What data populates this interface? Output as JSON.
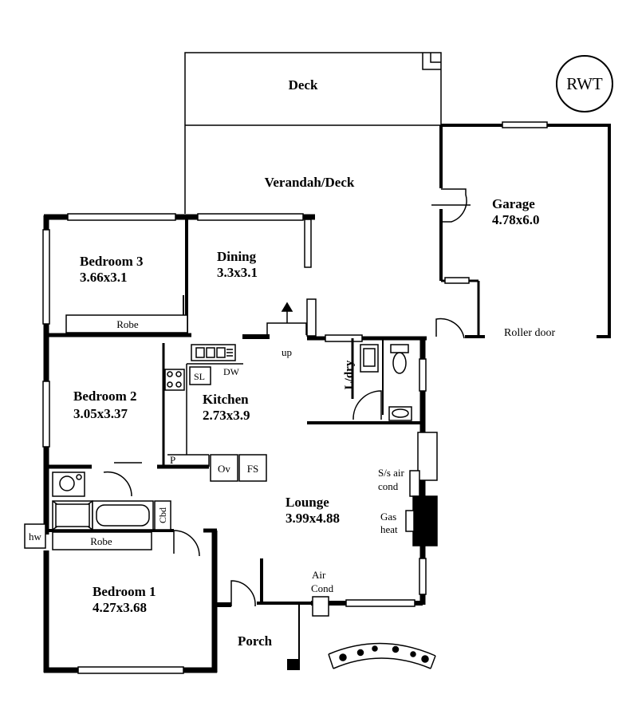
{
  "plan": {
    "logo": "RWT",
    "rooms": {
      "deck": {
        "name": "Deck"
      },
      "verandah": {
        "name": "Verandah/Deck"
      },
      "garage": {
        "name": "Garage",
        "size": "4.78x6.0"
      },
      "bedroom3": {
        "name": "Bedroom 3",
        "size": "3.66x3.1"
      },
      "dining": {
        "name": "Dining",
        "size": "3.3x3.1"
      },
      "bedroom2": {
        "name": "Bedroom 2",
        "size": "3.05x3.37"
      },
      "kitchen": {
        "name": "Kitchen",
        "size": "2.73x3.9"
      },
      "lounge": {
        "name": "Lounge",
        "size": "3.99x4.88"
      },
      "bedroom1": {
        "name": "Bedroom 1",
        "size": "4.27x3.68"
      },
      "porch": {
        "name": "Porch"
      }
    },
    "fixtures": {
      "robe_top": "Robe",
      "robe_bottom": "Robe",
      "up": "up",
      "ldry": "L/dry",
      "sl": "SL",
      "dw": "DW",
      "p": "P",
      "ov": "Ov",
      "fs": "FS",
      "cbd": "Cbd",
      "hw": "hw",
      "roller_door": "Roller door",
      "ss_aircond_1": "S/s air",
      "ss_aircond_2": "cond",
      "gas_heat_1": "Gas",
      "gas_heat_2": "heat",
      "air_cond_1": "Air",
      "air_cond_2": "Cond"
    }
  }
}
